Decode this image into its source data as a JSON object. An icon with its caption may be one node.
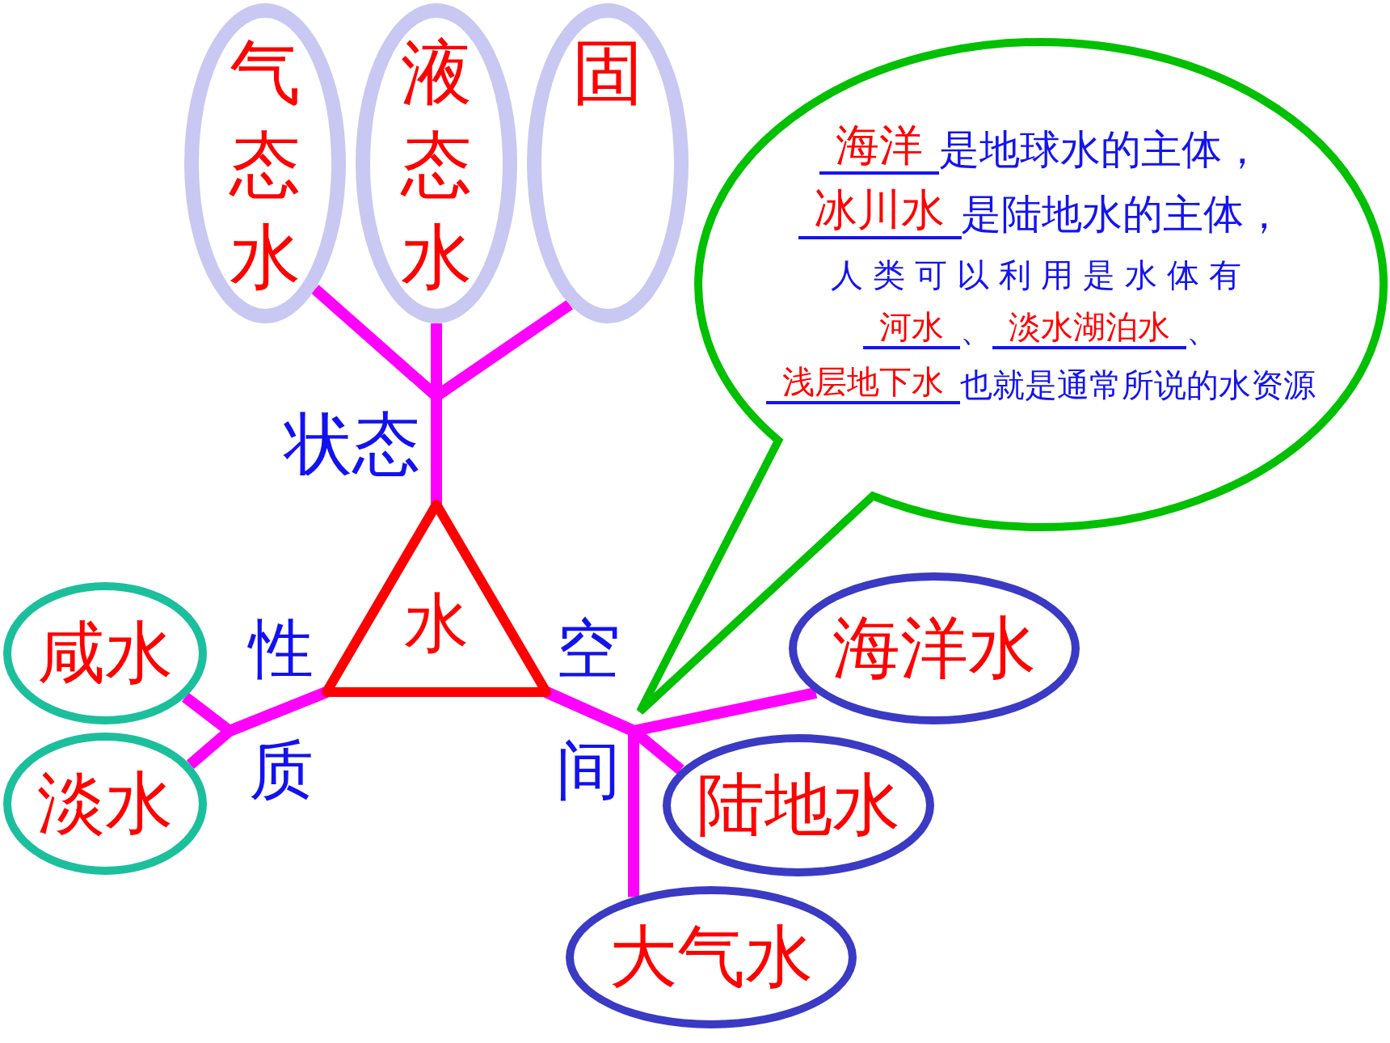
{
  "diagram": {
    "nodes": [
      {
        "text": [
          "气态水"
        ]
      },
      {
        "text": [
          "液态水"
        ]
      },
      {
        "text": [
          "固"
        ]
      },
      {
        "text": [
          "海洋",
          "是地球水的主体，",
          "冰川水",
          "是陆地水的主体，",
          "人类可以利用是水体有",
          "河水",
          "、",
          "淡水湖泊水",
          "、",
          "浅层地下水",
          "也就是通常所说的水资源"
        ]
      },
      {
        "text": [
          "水"
        ]
      },
      {
        "text": [
          "咸水"
        ]
      },
      {
        "text": [
          "淡水"
        ]
      },
      {
        "text": [
          "海洋水"
        ]
      },
      {
        "text": [
          "陆地水"
        ]
      },
      {
        "text": [
          "大气水"
        ]
      }
    ],
    "edges": [
      {
        "from": 4,
        "to": 0,
        "arrow": "none"
      },
      {
        "from": 4,
        "to": 1,
        "arrow": "none"
      },
      {
        "from": 4,
        "to": 2,
        "arrow": "none"
      },
      {
        "from": 4,
        "to": 5,
        "arrow": "none"
      },
      {
        "from": 4,
        "to": 6,
        "arrow": "none"
      },
      {
        "from": 4,
        "to": 7,
        "arrow": "none"
      },
      {
        "from": 4,
        "to": 8,
        "arrow": "none"
      },
      {
        "from": 4,
        "to": 9,
        "arrow": "none"
      }
    ],
    "labels": [
      "状态",
      "性质",
      "空间"
    ]
  }
}
